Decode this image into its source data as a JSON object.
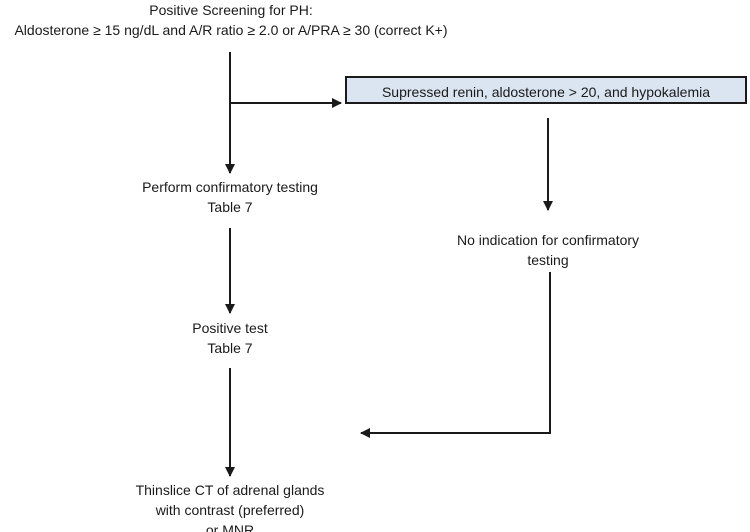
{
  "nodes": {
    "screening": {
      "line1": "Positive Screening for PH:",
      "line2": "Aldosterone ≥ 15 ng/dL and A/R ratio ≥ 2.0 or A/PRA  ≥ 30 (correct K+)"
    },
    "suppressed": {
      "text": "Supressed renin, aldosterone > 20, and hypokalemia",
      "fill": "#dbe5f1"
    },
    "confirmatory": {
      "line1": "Perform confirmatory testing",
      "line2": "Table 7"
    },
    "no_indication": {
      "line1": "No indication for confirmatory",
      "line2": "testing"
    },
    "positive_test": {
      "line1": "Positive test",
      "line2": "Table 7"
    },
    "ct": {
      "line1": "Thinslice CT of adrenal glands",
      "line2": "with contrast (preferred)",
      "line3": "or MNR"
    }
  },
  "colors": {
    "line": "#1a1a1a",
    "box_fill": "#dbe5f1"
  }
}
